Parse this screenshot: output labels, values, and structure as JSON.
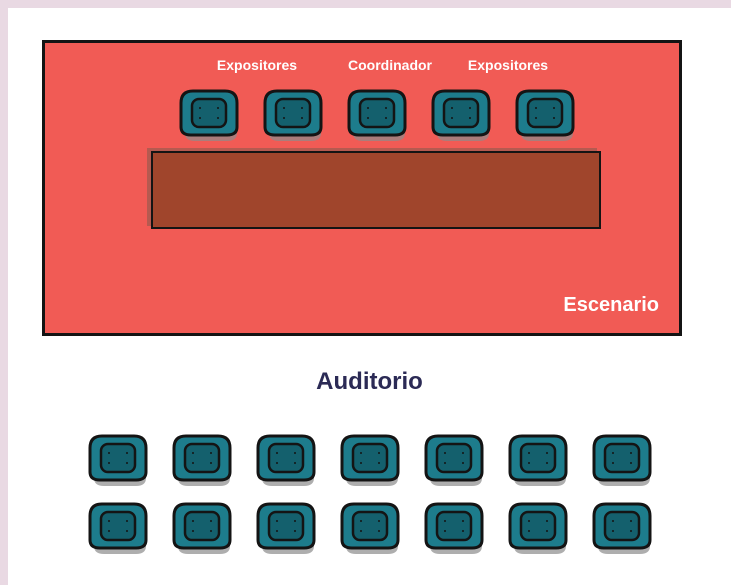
{
  "stage": {
    "label": "Escenario",
    "color": "#f15b55",
    "table_color": "#a0452c",
    "speaker_labels": [
      "Expositores",
      "Coordinador",
      "Expositores"
    ],
    "speaker_seat_count": 5
  },
  "auditorium": {
    "title": "Auditorio",
    "title_color": "#2b2a55",
    "rows": 2,
    "seats_per_row": 7
  },
  "colors": {
    "seat": "#1d7c8c",
    "seat_dark": "#14606d",
    "seat_shadow": "#8c8c8c",
    "outline": "#141414",
    "background": "#e9d9e3"
  }
}
